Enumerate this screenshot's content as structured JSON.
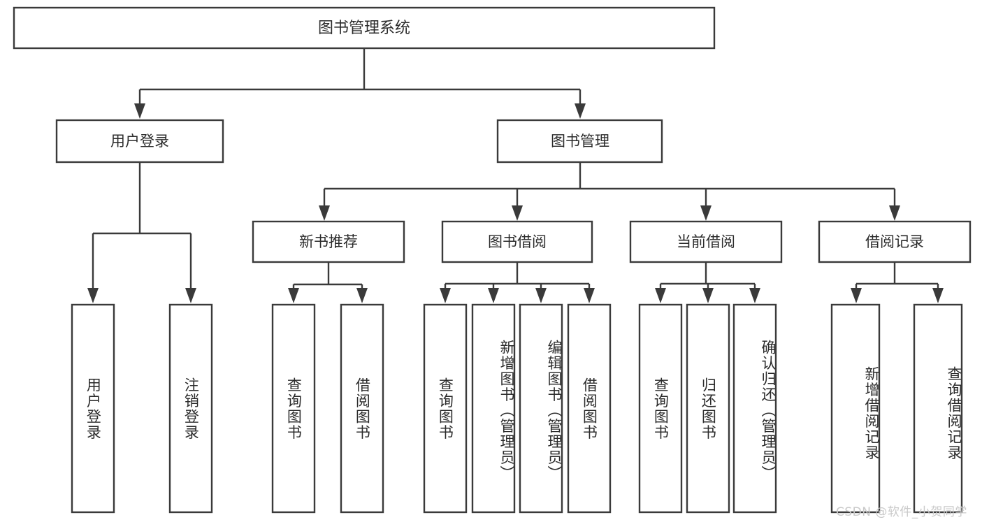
{
  "diagram": {
    "type": "tree",
    "title": "图书管理系统",
    "orientation": "top-down",
    "colors": {
      "box_stroke": "#3a3a3a",
      "box_fill": "#ffffff",
      "text": "#2b2b2b",
      "connector": "#3a3a3a",
      "background": "#ffffff",
      "watermark": "#c9c9c9"
    },
    "root": {
      "label": "图书管理系统"
    },
    "level1": [
      {
        "label": "用户登录"
      },
      {
        "label": "图书管理"
      }
    ],
    "level2": [
      {
        "label": "新书推荐"
      },
      {
        "label": "图书借阅"
      },
      {
        "label": "当前借阅"
      },
      {
        "label": "借阅记录"
      }
    ],
    "leaves": {
      "user_login": [
        {
          "label": "用户登录"
        },
        {
          "label": "注销登录"
        }
      ],
      "new_book_recommend": [
        {
          "label": "查询图书"
        },
        {
          "label": "借阅图书"
        }
      ],
      "book_borrow": [
        {
          "label": "查询图书"
        },
        {
          "label": "新增图书（管理员）"
        },
        {
          "label": "编辑图书（管理员）"
        },
        {
          "label": "借阅图书"
        }
      ],
      "current_borrow": [
        {
          "label": "查询图书"
        },
        {
          "label": "归还图书"
        },
        {
          "label": "确认归还（管理员）"
        }
      ],
      "borrow_record": [
        {
          "label": "新增借阅记录"
        },
        {
          "label": "查询借阅记录"
        }
      ]
    }
  },
  "watermark": {
    "text": "CSDN @软件_小贺同学"
  }
}
